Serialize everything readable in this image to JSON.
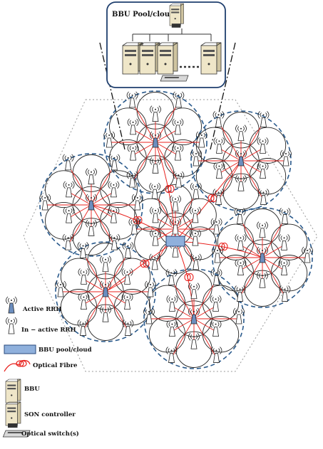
{
  "bbu_pool_box": {
    "title": "BBU Pool/cloud"
  },
  "legend": {
    "items": [
      {
        "key": "active_rrh",
        "label": "Active RRH",
        "icon": "active-rrh-icon"
      },
      {
        "key": "inactive_rrh",
        "label": "In − active RRH",
        "icon": "inactive-rrh-icon"
      },
      {
        "key": "bbu_pool",
        "label": "BBU pool/cloud",
        "icon": "bbu-pool-icon"
      },
      {
        "key": "fibre",
        "label": "Optical Fibre",
        "icon": "optical-fibre-icon"
      },
      {
        "key": "bbu",
        "label": "BBU",
        "icon": "bbu-server-icon"
      },
      {
        "key": "son",
        "label": "SON controller",
        "icon": "son-controller-icon"
      },
      {
        "key": "switch",
        "label": "Optical switch(s)",
        "icon": "optical-switch-icon"
      }
    ]
  },
  "colors": {
    "fibre": "#e8201c",
    "cluster_border": "#2a5a8c",
    "active_rrh": "#6c8ebf",
    "pool_fill": "#8fb0dc",
    "cell": "#222222",
    "hexagon": "#9a9a9a"
  }
}
